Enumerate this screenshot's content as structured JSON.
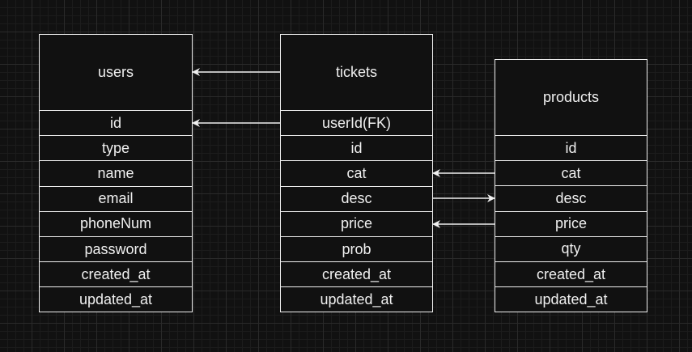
{
  "entities": {
    "users": {
      "title": "users",
      "fields": [
        "id",
        "type",
        "name",
        "email",
        "phoneNum",
        "password",
        "created_at",
        "updated_at"
      ]
    },
    "tickets": {
      "title": "tickets",
      "fields": [
        "userId(FK)",
        "id",
        "cat",
        "desc",
        "price",
        "prob",
        "created_at",
        "updated_at"
      ]
    },
    "products": {
      "title": "products",
      "fields": [
        "id",
        "cat",
        "desc",
        "price",
        "qty",
        "created_at",
        "updated_at"
      ]
    }
  },
  "colors": {
    "background": "#111111",
    "line": "#f0f0f0",
    "text": "#f0f0f0"
  }
}
